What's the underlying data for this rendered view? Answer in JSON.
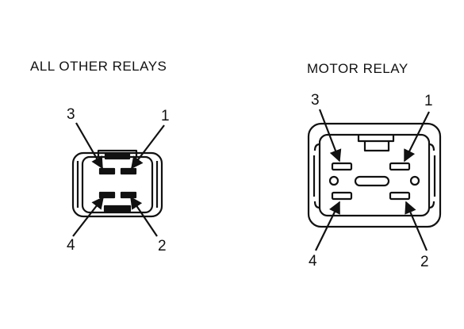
{
  "left_diagram": {
    "title": "ALL OTHER RELAYS",
    "pins": {
      "p1": "1",
      "p2": "2",
      "p3": "3",
      "p4": "4"
    }
  },
  "right_diagram": {
    "title": "MOTOR RELAY",
    "pins": {
      "p1": "1",
      "p2": "2",
      "p3": "3",
      "p4": "4"
    }
  }
}
